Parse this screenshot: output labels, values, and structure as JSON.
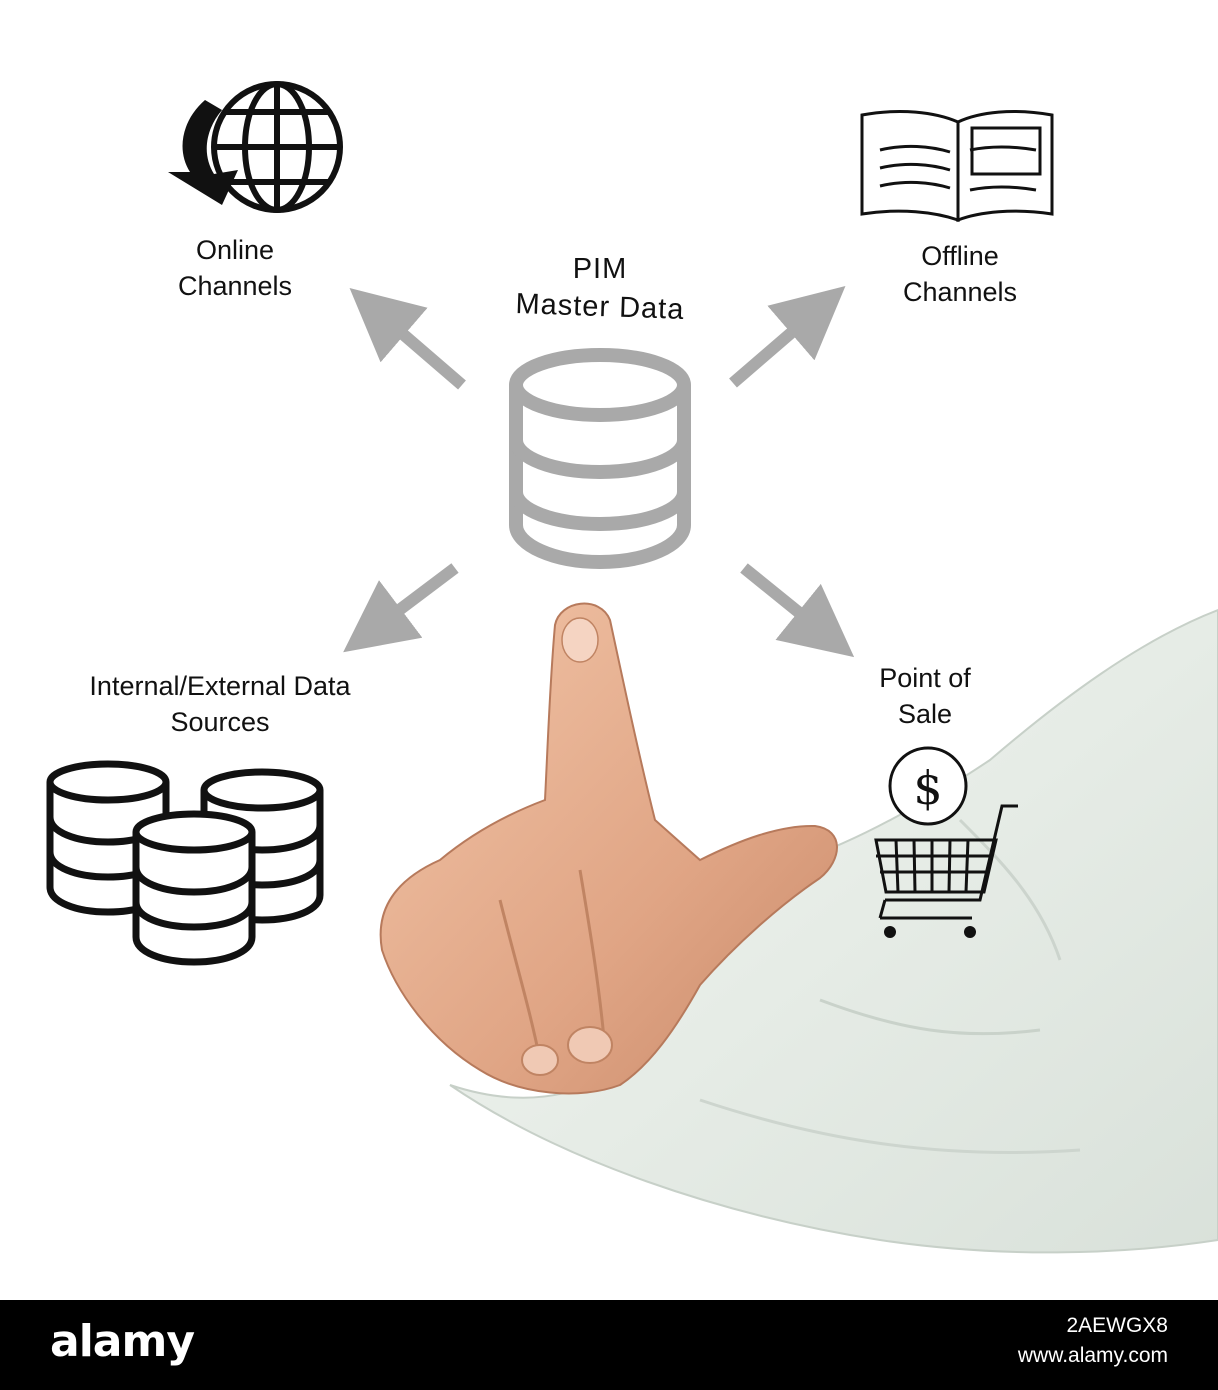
{
  "center": {
    "title_line1": "PIM",
    "title_line2": "Master Data",
    "icon": "database-icon",
    "color": "#a9a9a9"
  },
  "nodes": {
    "online": {
      "line1": "Online",
      "line2": "Channels",
      "icon": "globe-icon"
    },
    "offline": {
      "line1": "Offline",
      "line2": "Channels",
      "icon": "open-book-icon"
    },
    "internal": {
      "line1": "Internal/External Data",
      "line2": "Sources",
      "icon": "database-stack-icon"
    },
    "pos": {
      "line1": "Point of",
      "line2": "Sale",
      "icon": "shopping-cart-dollar-icon",
      "symbol": "$"
    }
  },
  "arrows": {
    "color": "#a9a9a9"
  },
  "footer": {
    "brand": "alamy",
    "image_id": "2AEWGX8",
    "site": "www.alamy.com"
  }
}
